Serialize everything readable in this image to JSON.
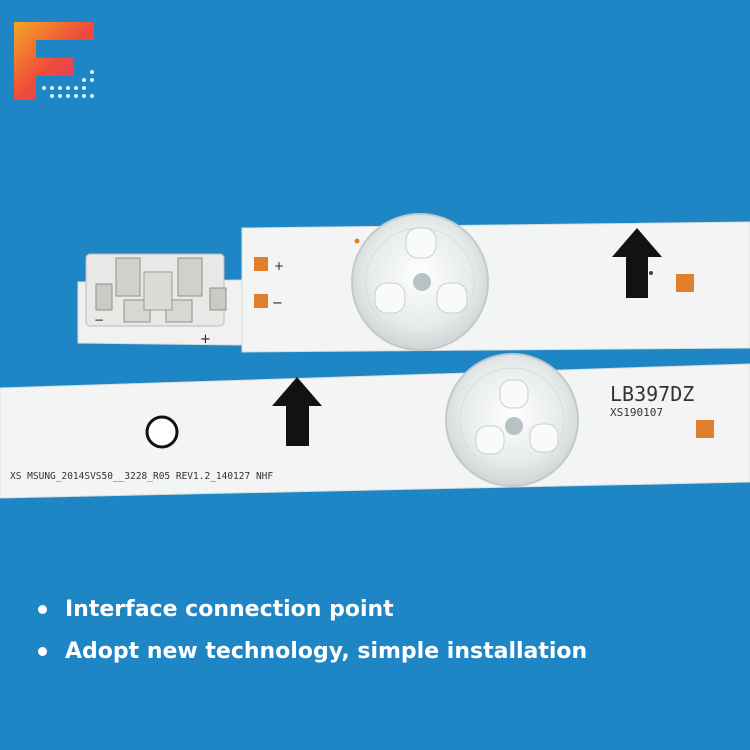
{
  "colors": {
    "background": "#1f86c6",
    "strip": "#f3f5f4",
    "pad": "#e0802d",
    "arrow": "#121212",
    "text_white": "#ffffff"
  },
  "logo": {
    "letter": "F",
    "icon": "brand-f-logo"
  },
  "strip_top": {
    "plus_label": "+",
    "minus_label": "−",
    "connector_plus": "+",
    "connector_minus": "−"
  },
  "strip_bottom": {
    "model_code": "LB397DZ",
    "date_code": "XS190107",
    "part_number": "XS MSUNG_2014SVS50__3228_R05 REV1.2_140127 NHF"
  },
  "features": [
    {
      "text": "Interface connection point"
    },
    {
      "text": "Adopt new technology, simple installation"
    }
  ]
}
